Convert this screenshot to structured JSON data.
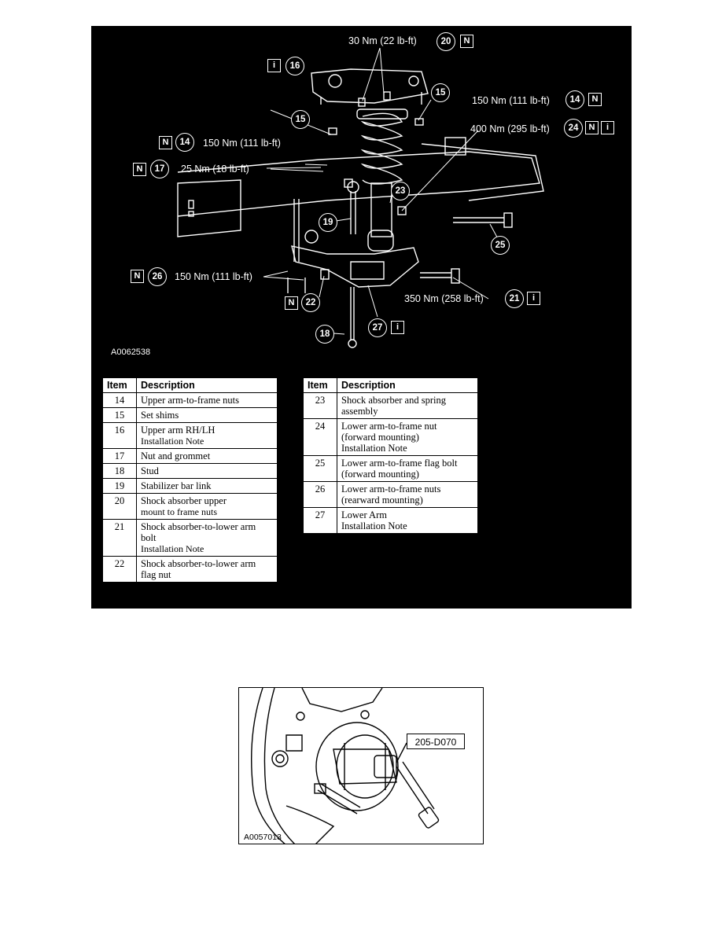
{
  "figure1": {
    "code": "A0062538",
    "callouts": {
      "c20": {
        "torque": "30 Nm (22 lb-ft)",
        "num": "20",
        "flags": [
          "N"
        ]
      },
      "c16": {
        "num": "16",
        "flags": [
          "i"
        ]
      },
      "c15r": {
        "num": "15"
      },
      "c14r": {
        "torque": "150 Nm (111 lb-ft)",
        "num": "14",
        "flags": [
          "N"
        ]
      },
      "c15l": {
        "num": "15"
      },
      "c24": {
        "torque": "400 Nm (295 lb-ft)",
        "num": "24",
        "flags": [
          "N",
          "i"
        ]
      },
      "c14l": {
        "torque": "150 Nm (111 lb-ft)",
        "num": "14",
        "flags": [
          "N"
        ]
      },
      "c17": {
        "torque": "25 Nm (18 lb-ft)",
        "num": "17",
        "flags": [
          "N"
        ]
      },
      "c23": {
        "num": "23"
      },
      "c19": {
        "num": "19"
      },
      "c25": {
        "num": "25"
      },
      "c26": {
        "torque": "150 Nm (111 lb-ft)",
        "num": "26",
        "flags": [
          "N"
        ]
      },
      "c22": {
        "num": "22",
        "flags": [
          "N"
        ]
      },
      "c21": {
        "torque": "350 Nm (258 lb-ft)",
        "num": "21",
        "flags": [
          "i"
        ]
      },
      "c27": {
        "num": "27",
        "flags": [
          "i"
        ]
      },
      "c18": {
        "num": "18"
      }
    }
  },
  "legend": {
    "headers": {
      "item": "Item",
      "description": "Description"
    },
    "left": [
      {
        "item": "14",
        "lines": [
          "Upper arm-to-frame nuts"
        ]
      },
      {
        "item": "15",
        "lines": [
          "Set shims"
        ]
      },
      {
        "item": "16",
        "lines": [
          "Upper arm RH/LH"
        ],
        "note": "Installation Note"
      },
      {
        "item": "17",
        "lines": [
          "Nut and grommet"
        ]
      },
      {
        "item": "18",
        "lines": [
          "Stud"
        ]
      },
      {
        "item": "19",
        "lines": [
          "Stabilizer bar link"
        ]
      },
      {
        "item": "20",
        "lines": [
          "Shock absorber upper"
        ],
        "note": "mount to frame nuts"
      },
      {
        "item": "21",
        "lines": [
          "Shock absorber-to-lower arm",
          "bolt"
        ],
        "note": "Installation Note"
      },
      {
        "item": "22",
        "lines": [
          "Shock absorber-to-lower arm",
          "flag nut"
        ]
      }
    ],
    "right": [
      {
        "item": "23",
        "lines": [
          "Shock absorber and spring",
          "assembly"
        ]
      },
      {
        "item": "24",
        "lines": [
          "Lower arm-to-frame nut",
          "(forward mounting)",
          "Installation Note"
        ]
      },
      {
        "item": "25",
        "lines": [
          "Lower arm-to-frame flag bolt",
          "(forward mounting)"
        ]
      },
      {
        "item": "26",
        "lines": [
          "Lower arm-to-frame nuts",
          "(rearward mounting)"
        ]
      },
      {
        "item": "27",
        "lines": [
          "Lower Arm",
          "Installation Note"
        ]
      }
    ]
  },
  "figure2": {
    "code": "A0057013",
    "tool_label": "205-D070"
  }
}
